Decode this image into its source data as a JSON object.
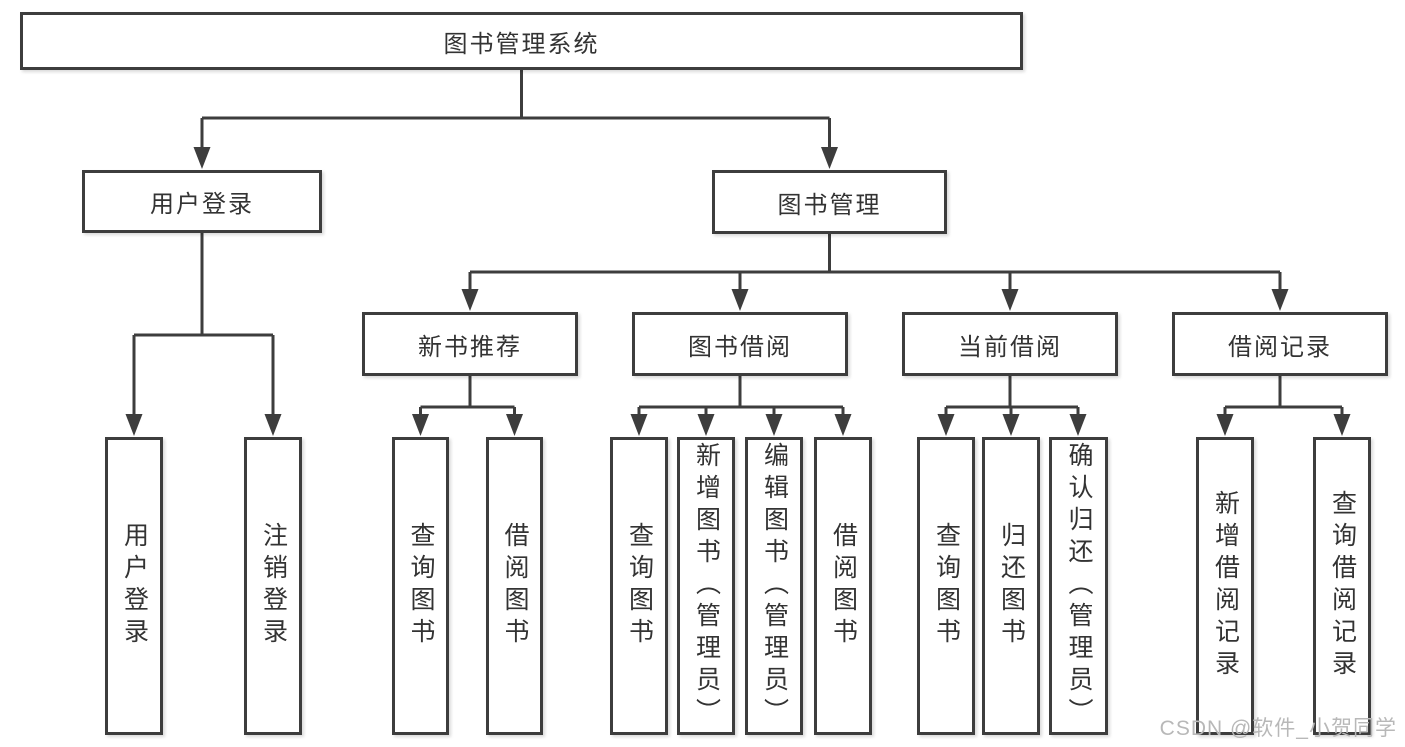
{
  "diagram": {
    "root": {
      "label": "图书管理系统"
    },
    "branches": [
      {
        "label": "用户登录",
        "children": [
          {
            "label": "用户登录"
          },
          {
            "label": "注销登录"
          }
        ]
      },
      {
        "label": "图书管理",
        "children": [
          {
            "label": "新书推荐",
            "children": [
              {
                "label": "查询图书"
              },
              {
                "label": "借阅图书"
              }
            ]
          },
          {
            "label": "图书借阅",
            "children": [
              {
                "label": "查询图书"
              },
              {
                "label": "新增图书（管理员）"
              },
              {
                "label": "编辑图书（管理员）"
              },
              {
                "label": "借阅图书"
              }
            ]
          },
          {
            "label": "当前借阅",
            "children": [
              {
                "label": "查询图书"
              },
              {
                "label": "归还图书"
              },
              {
                "label": "确认归还（管理员）"
              }
            ]
          },
          {
            "label": "借阅记录",
            "children": [
              {
                "label": "新增借阅记录"
              },
              {
                "label": "查询借阅记录"
              }
            ]
          }
        ]
      }
    ]
  },
  "watermark": {
    "text": "CSDN @软件_小贺同学"
  },
  "colors": {
    "line": "#3d3d3d",
    "text": "#333333",
    "background": "#ffffff",
    "watermark": "#b8b8b8"
  }
}
